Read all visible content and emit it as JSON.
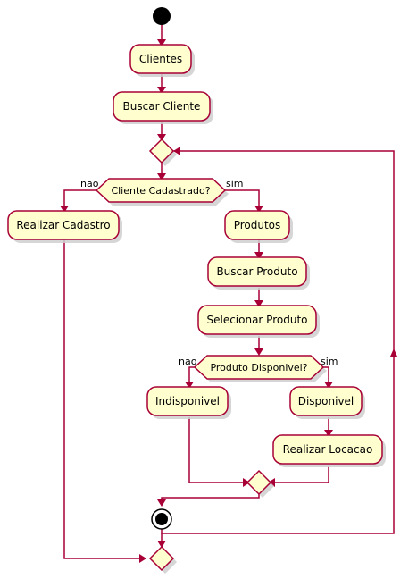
{
  "diagram": {
    "actions": {
      "clientes": "Clientes",
      "buscar_cliente": "Buscar Cliente",
      "realizar_cadastro": "Realizar Cadastro",
      "produtos": "Produtos",
      "buscar_produto": "Buscar Produto",
      "selecionar_produto": "Selecionar Produto",
      "indisponivel": "Indisponivel",
      "disponivel": "Disponivel",
      "realizar_locacao": "Realizar Locacao"
    },
    "decisions": {
      "cliente_cadastrado": "Cliente Cadastrado?",
      "produto_disponivel": "Produto Disponivel?"
    },
    "branches": {
      "cliente_nao": "nao",
      "cliente_sim": "sim",
      "produto_nao": "nao",
      "produto_sim": "sim"
    },
    "colors": {
      "fill": "#FEFECE",
      "stroke": "#A80036",
      "start": "#000000"
    }
  }
}
